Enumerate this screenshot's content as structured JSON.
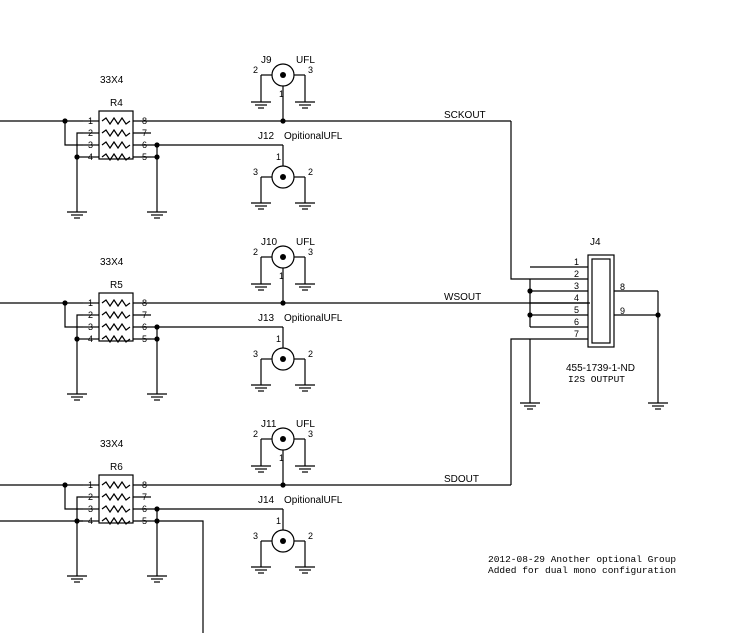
{
  "resistor_networks": [
    {
      "ref": "R4",
      "value": "33X4",
      "pins_left": [
        "1",
        "2",
        "3",
        "4"
      ],
      "pins_right": [
        "8",
        "7",
        "6",
        "5"
      ]
    },
    {
      "ref": "R5",
      "value": "33X4",
      "pins_left": [
        "1",
        "2",
        "3",
        "4"
      ],
      "pins_right": [
        "8",
        "7",
        "6",
        "5"
      ]
    },
    {
      "ref": "R6",
      "value": "33X4",
      "pins_left": [
        "1",
        "2",
        "3",
        "4"
      ],
      "pins_right": [
        "8",
        "7",
        "6",
        "5"
      ]
    }
  ],
  "coax_connectors": [
    {
      "ref": "J9",
      "value": "UFL",
      "pin_left": "2",
      "pin_right": "3",
      "pin_center": "1"
    },
    {
      "ref": "J12",
      "value": "OpitionalUFL",
      "pin_left": "3",
      "pin_right": "2",
      "pin_center": "1"
    },
    {
      "ref": "J10",
      "value": "UFL",
      "pin_left": "2",
      "pin_right": "3",
      "pin_center": "1"
    },
    {
      "ref": "J13",
      "value": "OpitionalUFL",
      "pin_left": "3",
      "pin_right": "2",
      "pin_center": "1"
    },
    {
      "ref": "J11",
      "value": "UFL",
      "pin_left": "2",
      "pin_right": "3",
      "pin_center": "1"
    },
    {
      "ref": "J14",
      "value": "OpitionalUFL",
      "pin_left": "3",
      "pin_right": "2",
      "pin_center": "1"
    }
  ],
  "nets": [
    "SCKOUT",
    "WSOUT",
    "SDOUT"
  ],
  "header": {
    "ref": "J4",
    "part": "455-1739-1-ND",
    "description": "I2S OUTPUT",
    "pins_left": [
      "1",
      "2",
      "3",
      "4",
      "5",
      "6",
      "7"
    ],
    "pins_right": [
      "8",
      "9"
    ]
  },
  "note": {
    "line1": "2012-08-29 Another optional Group",
    "line2": "Added for dual mono configuration"
  }
}
